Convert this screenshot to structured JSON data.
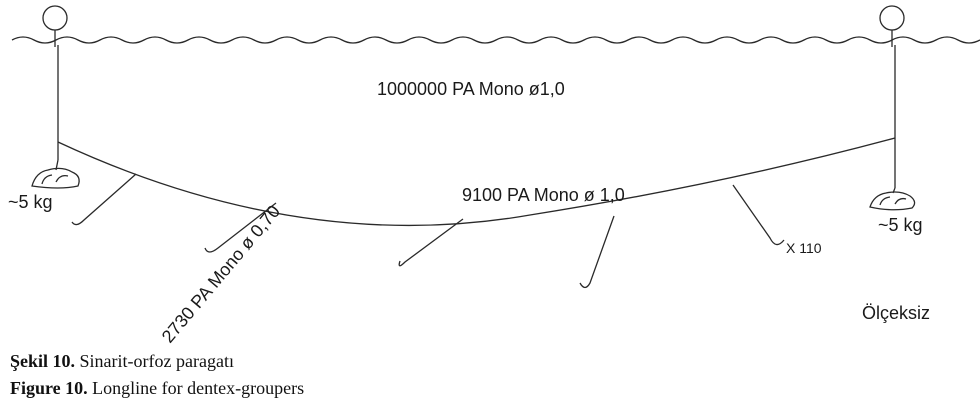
{
  "diagram": {
    "mainline_label": "1000000 PA Mono ø1,0",
    "groundline_label": "9100 PA Mono ø 1,0",
    "branchline_label": "2730 PA Mono ø 0,70",
    "hook_count_label": "X 110",
    "left_weight_label": "~5 kg",
    "right_weight_label": "~5 kg",
    "scale_note": "Ölçeksiz"
  },
  "caption": {
    "tr_bold": "Şekil 10.",
    "tr_text": " Sinarit-orfoz paragatı",
    "en_bold": "Figure 10.",
    "en_text": " Longline for dentex-groupers"
  }
}
